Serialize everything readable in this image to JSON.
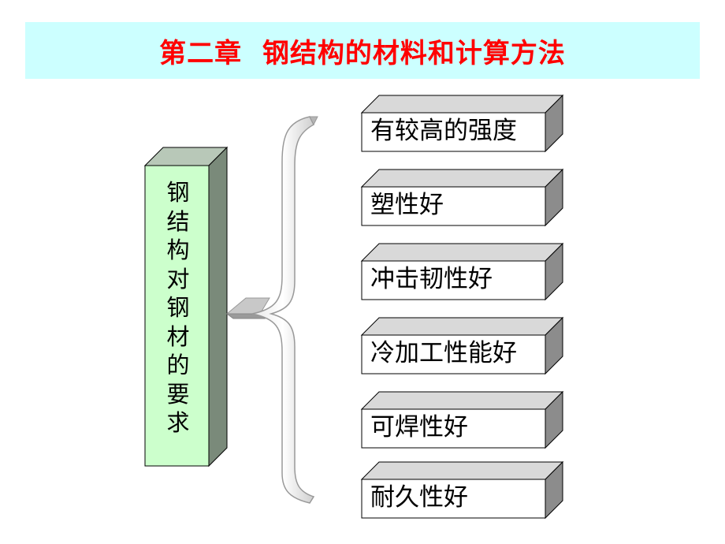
{
  "slide": {
    "title": "第二章  钢结构的材料和计算方法",
    "colors": {
      "title_text": "#ff0000",
      "title_background": "#ccffff",
      "pillar_front": "#ccffcc",
      "pillar_side": "#7a8a7a",
      "box_side": "#8c8c8c",
      "box_top": "#d9d9d9"
    }
  },
  "pillar": {
    "label_chars": [
      "钢",
      "结",
      "构",
      "对",
      "钢",
      "材",
      "的",
      "要",
      "求"
    ]
  },
  "requirements": [
    {
      "label": "有较高的强度"
    },
    {
      "label": "塑性好"
    },
    {
      "label": "冲击韧性好"
    },
    {
      "label": "冷加工性能好"
    },
    {
      "label": "可焊性好"
    },
    {
      "label": "耐久性好"
    }
  ]
}
